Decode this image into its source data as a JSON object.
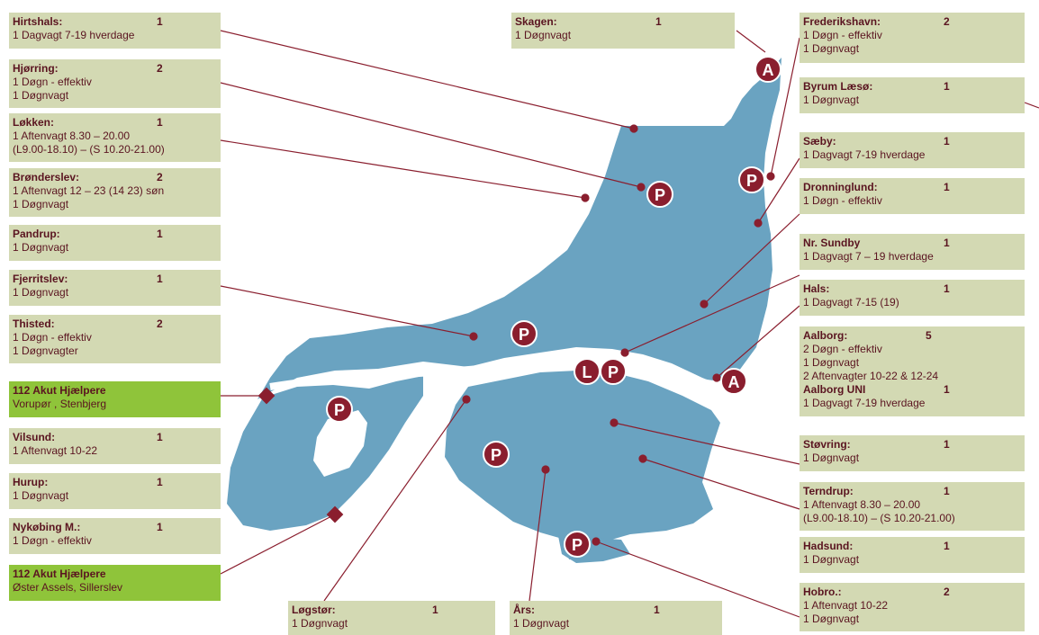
{
  "left_boxes": [
    {
      "name": "Hirtshals:",
      "count": "1",
      "lines": [
        "1 Dagvagt 7-19 hverdage"
      ]
    },
    {
      "name": "Hjørring:",
      "count": "2",
      "lines": [
        "1 Døgn - effektiv",
        "1 Døgnvagt"
      ]
    },
    {
      "name": "Løkken:",
      "count": "1",
      "lines": [
        "1 Aftenvagt 8.30 – 20.00",
        "(L9.00-18.10) – (S 10.20-21.00)"
      ]
    },
    {
      "name": "Brønderslev:",
      "count": "2",
      "lines": [
        "1 Aftenvagt 12 – 23 (14 23) søn",
        "1 Døgnvagt"
      ]
    },
    {
      "name": "Pandrup:",
      "count": "1",
      "lines": [
        "1 Døgnvagt"
      ]
    },
    {
      "name": "Fjerritslev:",
      "count": "1",
      "lines": [
        "1 Døgnvagt"
      ]
    },
    {
      "name": "Thisted:",
      "count": "2",
      "lines": [
        "1 Døgn - effektiv",
        "1 Døgnvagter"
      ]
    },
    {
      "name": "112 Akut Hjælpere",
      "count": "",
      "lines": [
        "Vorupør , Stenbjerg"
      ]
    },
    {
      "name": "Vilsund:",
      "count": "1",
      "lines": [
        "1 Aftenvagt 10-22"
      ]
    },
    {
      "name": "Hurup:",
      "count": "1",
      "lines": [
        "1 Døgnvagt"
      ]
    },
    {
      "name": "Nykøbing M.:",
      "count": "1",
      "lines": [
        "1 Døgn - effektiv"
      ]
    },
    {
      "name": "112 Akut Hjælpere",
      "count": "",
      "lines": [
        "Øster Assels, Sillerslev"
      ]
    }
  ],
  "right_boxes": [
    {
      "name": "Frederikshavn:",
      "count": "2",
      "lines": [
        "1 Døgn - effektiv",
        "1 Døgnvagt"
      ]
    },
    {
      "name": "Byrum Læsø:",
      "count": "1",
      "lines": [
        "1 Døgnvagt"
      ]
    },
    {
      "name": "Sæby:",
      "count": "1",
      "lines": [
        "1 Dagvagt 7-19 hverdage"
      ]
    },
    {
      "name": "Dronninglund:",
      "count": "1",
      "lines": [
        "1 Døgn - effektiv"
      ]
    },
    {
      "name": "Nr. Sundby",
      "count": "1",
      "lines": [
        "1 Dagvagt 7 – 19 hverdage"
      ]
    },
    {
      "name": "Hals:",
      "count": "1",
      "lines": [
        "1 Dagvagt 7-15 (19)"
      ]
    },
    {
      "name": "Aalborg:",
      "count": "5",
      "lines": [
        "2 Døgn - effektiv",
        "1 Døgnvagt",
        "2 Aftenvagter 10-22 & 12-24"
      ],
      "sub_name": "Aalborg UNI",
      "sub_count": "1",
      "sub_lines": [
        "1 Dagvagt 7-19 hverdage"
      ]
    },
    {
      "name": "Støvring:",
      "count": "1",
      "lines": [
        "1 Døgnvagt"
      ]
    },
    {
      "name": "Terndrup:",
      "count": "1",
      "lines": [
        "1 Aftenvagt 8.30 – 20.00",
        "(L9.00-18.10) – (S 10.20-21.00)"
      ]
    },
    {
      "name": "Hadsund:",
      "count": "1",
      "lines": [
        "1 Døgnvagt"
      ]
    },
    {
      "name": "Hobro.:",
      "count": "2",
      "lines": [
        "1 Aftenvagt 10-22",
        "1 Døgnvagt"
      ]
    }
  ],
  "top_boxes": [
    {
      "name": "Skagen:",
      "count": "1",
      "lines": [
        "1 Døgnvagt"
      ]
    }
  ],
  "bottom_boxes": [
    {
      "name": "Løgstør:",
      "count": "1",
      "lines": [
        "1 Døgnvagt"
      ]
    },
    {
      "name": "Års:",
      "count": "1",
      "lines": [
        "1 Døgnvagt"
      ]
    }
  ],
  "markers": [
    "A",
    "P",
    "P",
    "P",
    "L",
    "P",
    "A",
    "P",
    "P",
    "P"
  ],
  "colors": {
    "land": "#6aa3c1",
    "box": "#d3d9b3",
    "box_green": "#8fc43a",
    "text": "#5a1420",
    "marker": "#8a1e2e",
    "line": "#8a1e2e"
  }
}
